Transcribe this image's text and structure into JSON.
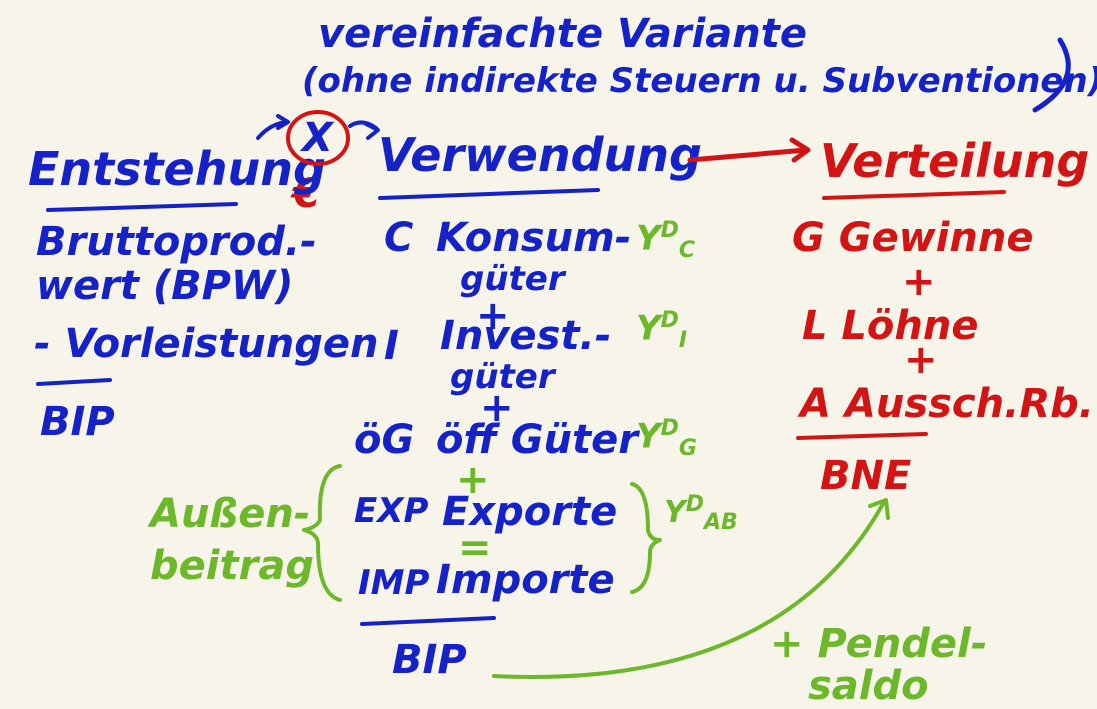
{
  "note": {
    "line1": "vereinfachte Variante",
    "line2": "(ohne indirekte Steuern u. Subventionen)"
  },
  "center": {
    "symbol": "X",
    "currency": "€"
  },
  "entstehung": {
    "heading": "Entstehung",
    "item1a": "Bruttoprod.-",
    "item1b": "wert (BPW)",
    "item2": "- Vorleistungen",
    "result": "BIP"
  },
  "verwendung": {
    "heading": "Verwendung",
    "c_sym": "C",
    "c_label1": "Konsum-",
    "c_label2": "güter",
    "i_sym": "I",
    "i_label1": "Invest.-",
    "i_label2": "güter",
    "g_sym": "öG",
    "g_label": "öff Güter",
    "exp_sym": "EXP",
    "exp_label": "Exporte",
    "imp_sym": "IMP",
    "imp_label": "Importe",
    "plus": "+",
    "minus": "=",
    "result": "BIP",
    "yc": "Y",
    "yc_sup": "D",
    "yc_sub": "C",
    "yi": "Y",
    "yi_sup": "D",
    "yi_sub": "I",
    "yg": "Y",
    "yg_sup": "D",
    "yg_sub": "G",
    "yab": "Y",
    "yab_sup": "D",
    "yab_sub": "AB",
    "aussen1": "Außen-",
    "aussen2": "beitrag"
  },
  "verteilung": {
    "heading": "Verteilung",
    "g": "G  Gewinne",
    "plus": "+",
    "l": "L  Löhne",
    "a": "A  Aussch.Rb.",
    "result": "BNE"
  },
  "pendel": {
    "line1": "+ Pendel-",
    "line2": "saldo"
  },
  "colors": {
    "blue": "#1422c8",
    "red": "#d21414",
    "green": "#6cb82a",
    "paper": "#f7f4ea"
  }
}
